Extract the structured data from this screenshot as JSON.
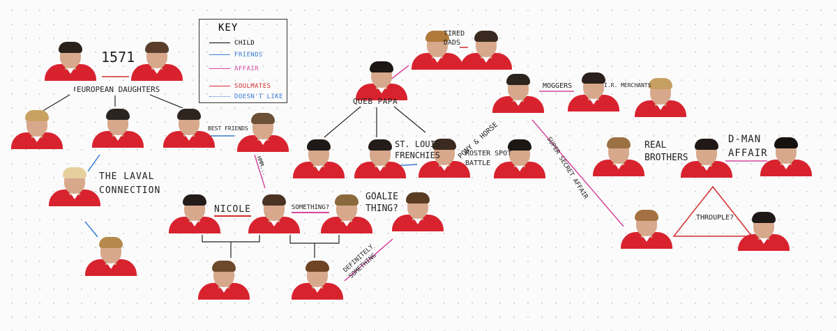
{
  "key": {
    "title": "KEY",
    "items": [
      {
        "label": "CHILD",
        "color": "#000000"
      },
      {
        "label": "FRIENDS",
        "color": "#3a7bd5"
      },
      {
        "label": "AFFAIR",
        "color": "#d6479c"
      },
      {
        "label": "SOULMATES",
        "color": "#d22a2a"
      },
      {
        "label": "DOESN'T LIKE",
        "color": "#3a7bd5"
      }
    ]
  },
  "labels": {
    "number": "1571",
    "european_daughters": "EUROPEAN DAUGHTERS",
    "laval": "THE LAVAL\nCONNECTION",
    "best_friends": "BEST FRIENDS",
    "hmm": "HMM...",
    "nicole": "NICOLE",
    "something": "SOMETHING?",
    "goalie_thing": "GOALIE\nTHING?",
    "definitely_something": "DEFINITELY\nSOMETHING",
    "queb_papa": "QUEB PAPA",
    "tired_dads": "TIRED\nDADS",
    "st_louis": "ST. LOUIS\nFRENCHIES",
    "pony": "PONY & HORSE",
    "roster_spot": "ROSTER SPOT\nBATTLE",
    "moggers": "MOGGERS",
    "ir_merchants": "I.R. MERCHANTS",
    "super_secret": "SUPER SECRET AFFAIR",
    "real_brothers": "REAL\nBROTHERS",
    "dman": "D-MAN\nAFFAIR",
    "throuple": "THROUPLE?"
  }
}
